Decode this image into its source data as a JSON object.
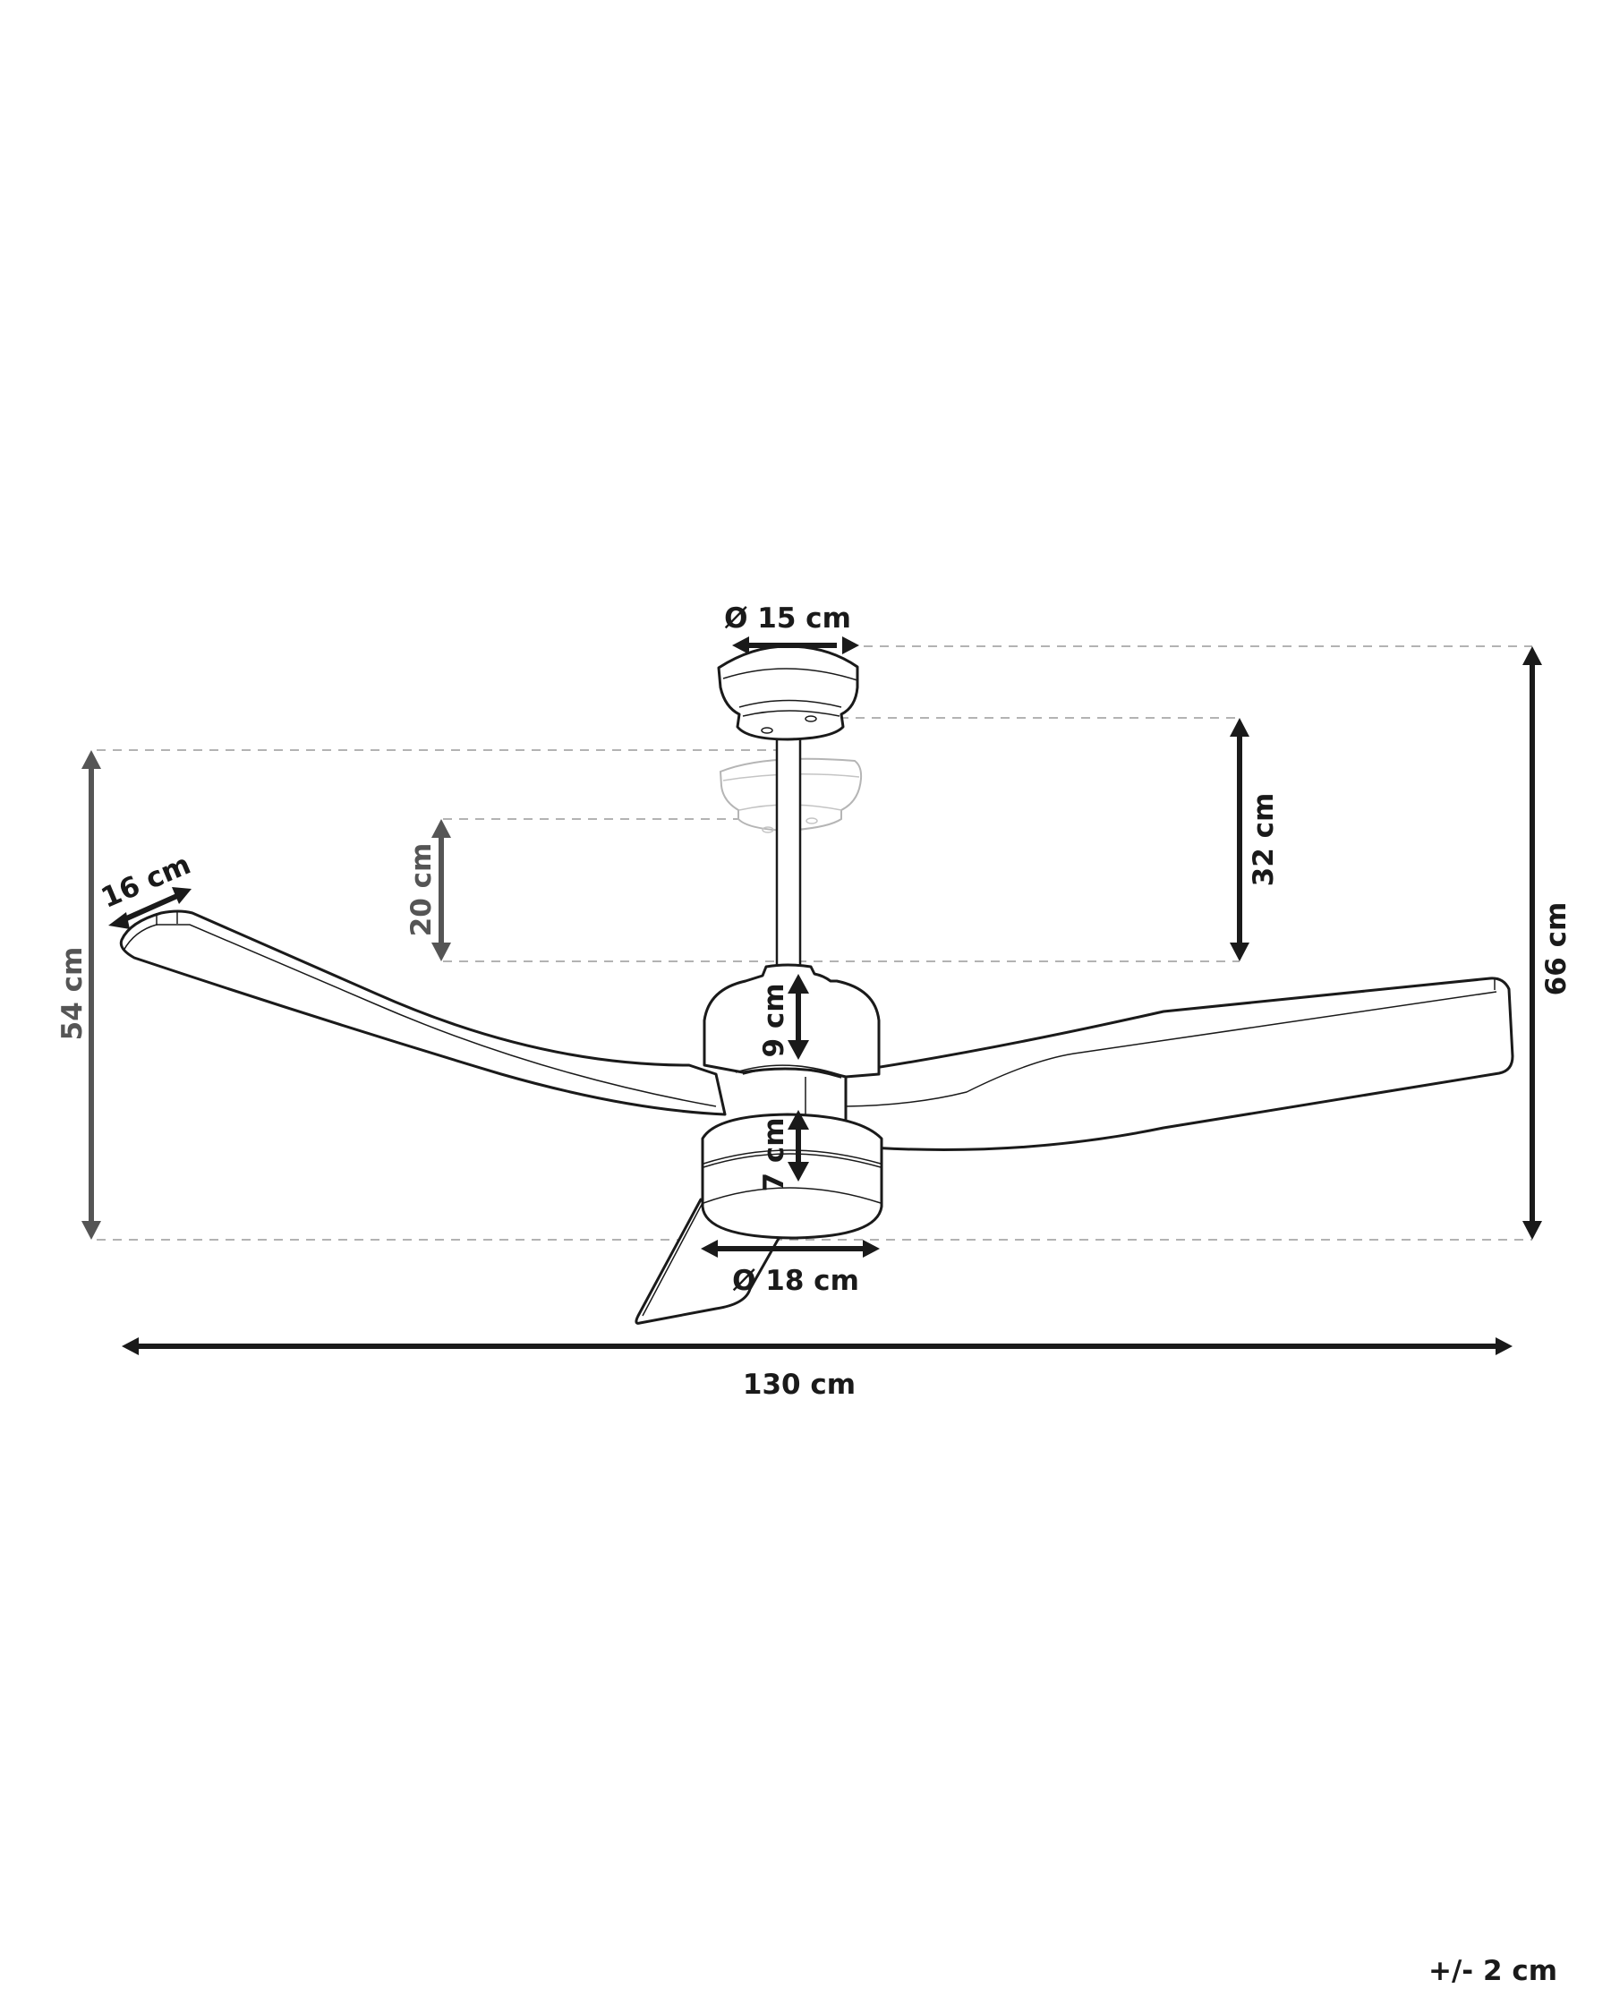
{
  "diagram": {
    "subject": "ceiling fan dimension drawing",
    "colors": {
      "line": "#1a1a1a",
      "secondary_dimension": "#555555",
      "guide_dash": "#9a9a9a",
      "ghost_part": "#b5b5b5",
      "background": "#ffffff"
    },
    "dimensions": {
      "canopy_diameter": "Ø 15 cm",
      "motor_housing_diameter": "Ø 18 cm",
      "blade_width": "16 cm",
      "total_height": "66 cm",
      "min_height": "54 cm",
      "downrod_adjust_upper": "32 cm",
      "downrod_adjust_lower": "20 cm",
      "motor_upper_height": "9 cm",
      "light_housing_height": "7 cm",
      "total_span": "130 cm"
    },
    "tolerance": "+/- 2 cm"
  }
}
